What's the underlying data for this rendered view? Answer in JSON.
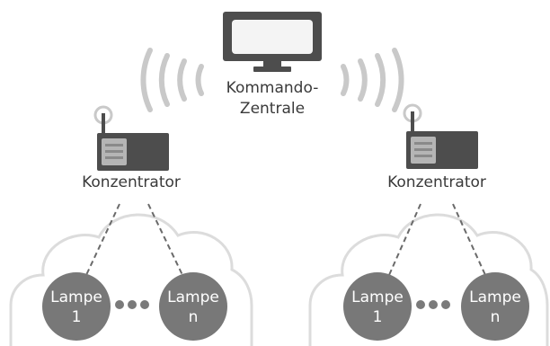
{
  "central": {
    "label_line1": "Kommando-",
    "label_line2": "Zentrale",
    "icon": "monitor-icon"
  },
  "concentrators": [
    {
      "label": "Konzentrator",
      "icon": "router-icon",
      "lamps": [
        {
          "line1": "Lampe",
          "line2": "1"
        },
        {
          "line1": "Lampe",
          "line2": "n"
        }
      ]
    },
    {
      "label": "Konzentrator",
      "icon": "router-icon",
      "lamps": [
        {
          "line1": "Lampe",
          "line2": "1"
        },
        {
          "line1": "Lampe",
          "line2": "n"
        }
      ]
    }
  ],
  "colors": {
    "device": "#4d4d4d",
    "screen": "#f4f4f4",
    "waves": "#c9c9c9",
    "cloud_stroke": "#dcdcdc",
    "lamp": "#787878",
    "dots": "#7a7a7a",
    "dashes": "#6a6a6a"
  }
}
